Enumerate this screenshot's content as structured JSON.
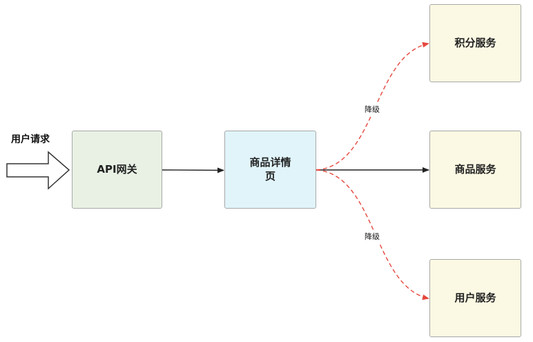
{
  "request_label": "用户请求",
  "nodes": {
    "gateway": {
      "label": "API网关"
    },
    "detail": {
      "label": "商品详情页"
    },
    "points": {
      "label": "积分服务"
    },
    "product": {
      "label": "商品服务"
    },
    "user": {
      "label": "用户服务"
    }
  },
  "edge_labels": {
    "to_points": "降级",
    "to_user": "降级"
  },
  "colors": {
    "gateway_fill": "#e8f1e4",
    "detail_fill": "#e0f4fa",
    "service_fill": "#fbf9e3",
    "degrade_edge": "#e4463c",
    "solid_edge": "#222222",
    "border": "#a8a8a8"
  }
}
